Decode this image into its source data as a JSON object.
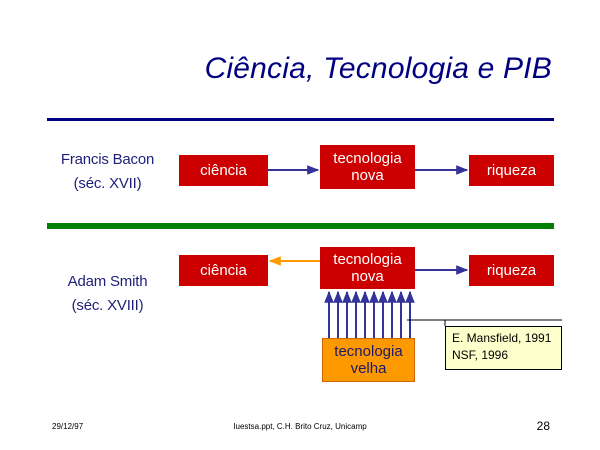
{
  "slide": {
    "title": "Ciência, Tecnologia e PIB"
  },
  "row1": {
    "person_name": "Francis Bacon",
    "person_period": "(séc. XVII)",
    "box_a": "ciência",
    "box_b_line1": "tecnologia",
    "box_b_line2": "nova",
    "box_c": "riqueza"
  },
  "row2": {
    "person_name": "Adam Smith",
    "person_period": "(séc. XVIII)",
    "box_a": "ciência",
    "box_b_line1": "tecnologia",
    "box_b_line2": "nova",
    "box_c": "riqueza",
    "box_d_line1": "tecnologia",
    "box_d_line2": "velha"
  },
  "reference": {
    "line1": "E. Mansfield, 1991",
    "line2": "NSF, 1996"
  },
  "footer": {
    "date": "29/12/97",
    "source": "Iuestsa.ppt, C.H. Brito Cruz, Unicamp",
    "page": "28"
  },
  "colors": {
    "title": "#000080",
    "box_new": "#cc0000",
    "box_old": "#ff9900",
    "arrow_forward": "#333399",
    "arrow_back": "#ff9900",
    "divider": "#008000"
  }
}
